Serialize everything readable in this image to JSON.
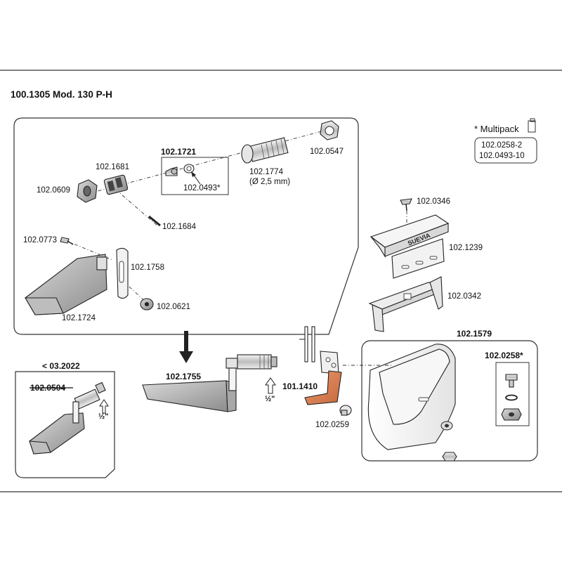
{
  "title": "100.1305 Mod. 130 P-H",
  "multipack": {
    "label": "* Multipack",
    "codes": [
      "102.0258-2",
      "102.0493-10"
    ]
  },
  "parts": {
    "p_1681": "102.1681",
    "p_1721": "102.1721",
    "p_0493": "102.0493*",
    "p_1774": "102.1774",
    "p_1774_note": "(Ø 2,5 mm)",
    "p_0547": "102.0547",
    "p_0609": "102.0609",
    "p_1684": "102.1684",
    "p_0773": "102.0773",
    "p_1758": "102.1758",
    "p_0621": "102.0621",
    "p_1724": "102.1724",
    "p_0346": "102.0346",
    "p_1239": "102.1239",
    "p_0342": "102.0342",
    "p_1579": "102.1579",
    "p_0258": "102.0258*",
    "p_1410": "101.1410",
    "p_0259": "102.0259",
    "p_1755": "102.1755",
    "old_version": "< 03.2022",
    "p_0504": "102.0504",
    "thread": "½\"",
    "brand": "SUEVIA"
  }
}
